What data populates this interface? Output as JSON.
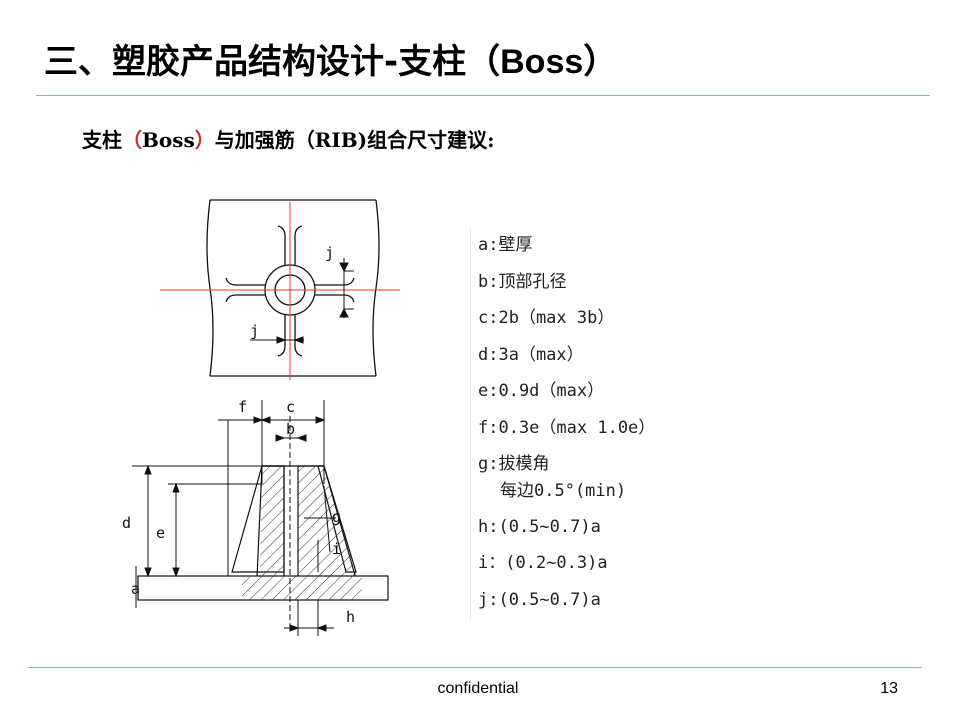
{
  "slide": {
    "title_main": "三、塑胶产品结构设计-支柱（",
    "title_boss": "Boss",
    "title_end": "）",
    "subtitle_part1": "支柱",
    "subtitle_open": "（",
    "subtitle_boss": "Boss",
    "subtitle_close": "）",
    "subtitle_part2": "与加强筋（",
    "subtitle_rib": "RIB)",
    "subtitle_part3": "组合尺寸建议:"
  },
  "diagram": {
    "labels": {
      "j": "j",
      "f": "f",
      "c": "c",
      "b": "b",
      "d": "d",
      "e": "e",
      "g": "g",
      "i": "i",
      "a": "a",
      "h": "h"
    },
    "colors": {
      "centerline": "#e0393c",
      "line": "#111111",
      "hatch": "#333333"
    }
  },
  "legend": [
    "a:壁厚",
    "b:顶部孔径",
    "c:2b（max 3b）",
    "d:3a（max）",
    "e:0.9d（max）",
    "f:0.3e（max 1.0e）",
    "g:拔模角",
    "每边0.5°(min)",
    "h:(0.5~0.7)a",
    "i：(0.2~0.3)a",
    "j:(0.5~0.7)a"
  ],
  "footer": {
    "center": "confidential",
    "page": "13"
  }
}
